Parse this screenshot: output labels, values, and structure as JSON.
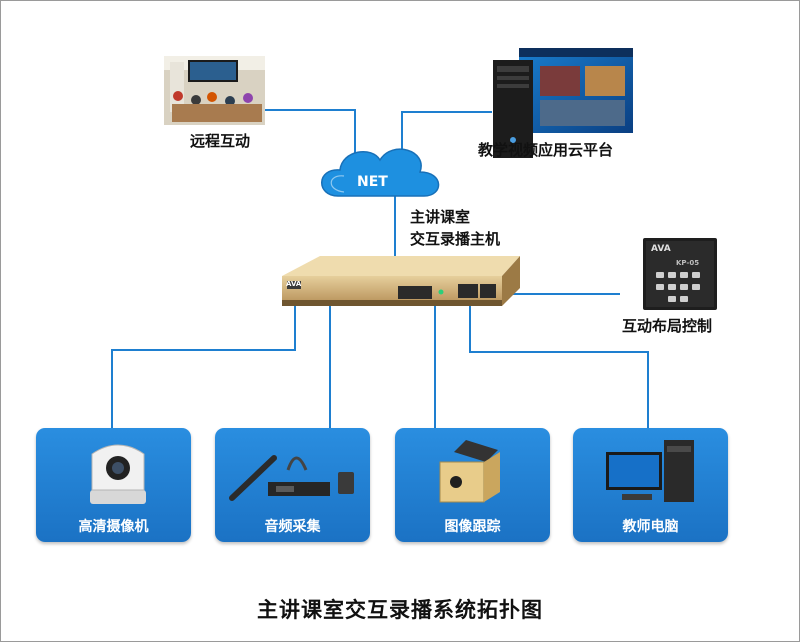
{
  "labels": {
    "remote": "远程互动",
    "cloud_platform": "教学视频应用云平台",
    "net": "NET",
    "host_line1": "主讲课室",
    "host_line2": "交互录播主机",
    "layout_control": "互动布局控制",
    "panel_logo": "AVA",
    "panel_model": "KP-05",
    "host_logo": "AVA"
  },
  "devices": [
    {
      "label": "高清摄像机",
      "icon": "ptz-camera-icon"
    },
    {
      "label": "音频采集",
      "icon": "microphone-kit-icon"
    },
    {
      "label": "图像跟踪",
      "icon": "tracking-camera-icon"
    },
    {
      "label": "教师电脑",
      "icon": "desktop-computer-icon"
    }
  ],
  "title": "主讲课室交互录播系统拓扑图",
  "colors": {
    "line": "#1e7fd0",
    "box": "#1b7fd4",
    "cloud": "#1e90e0",
    "host_gold": "#c9a66b"
  }
}
